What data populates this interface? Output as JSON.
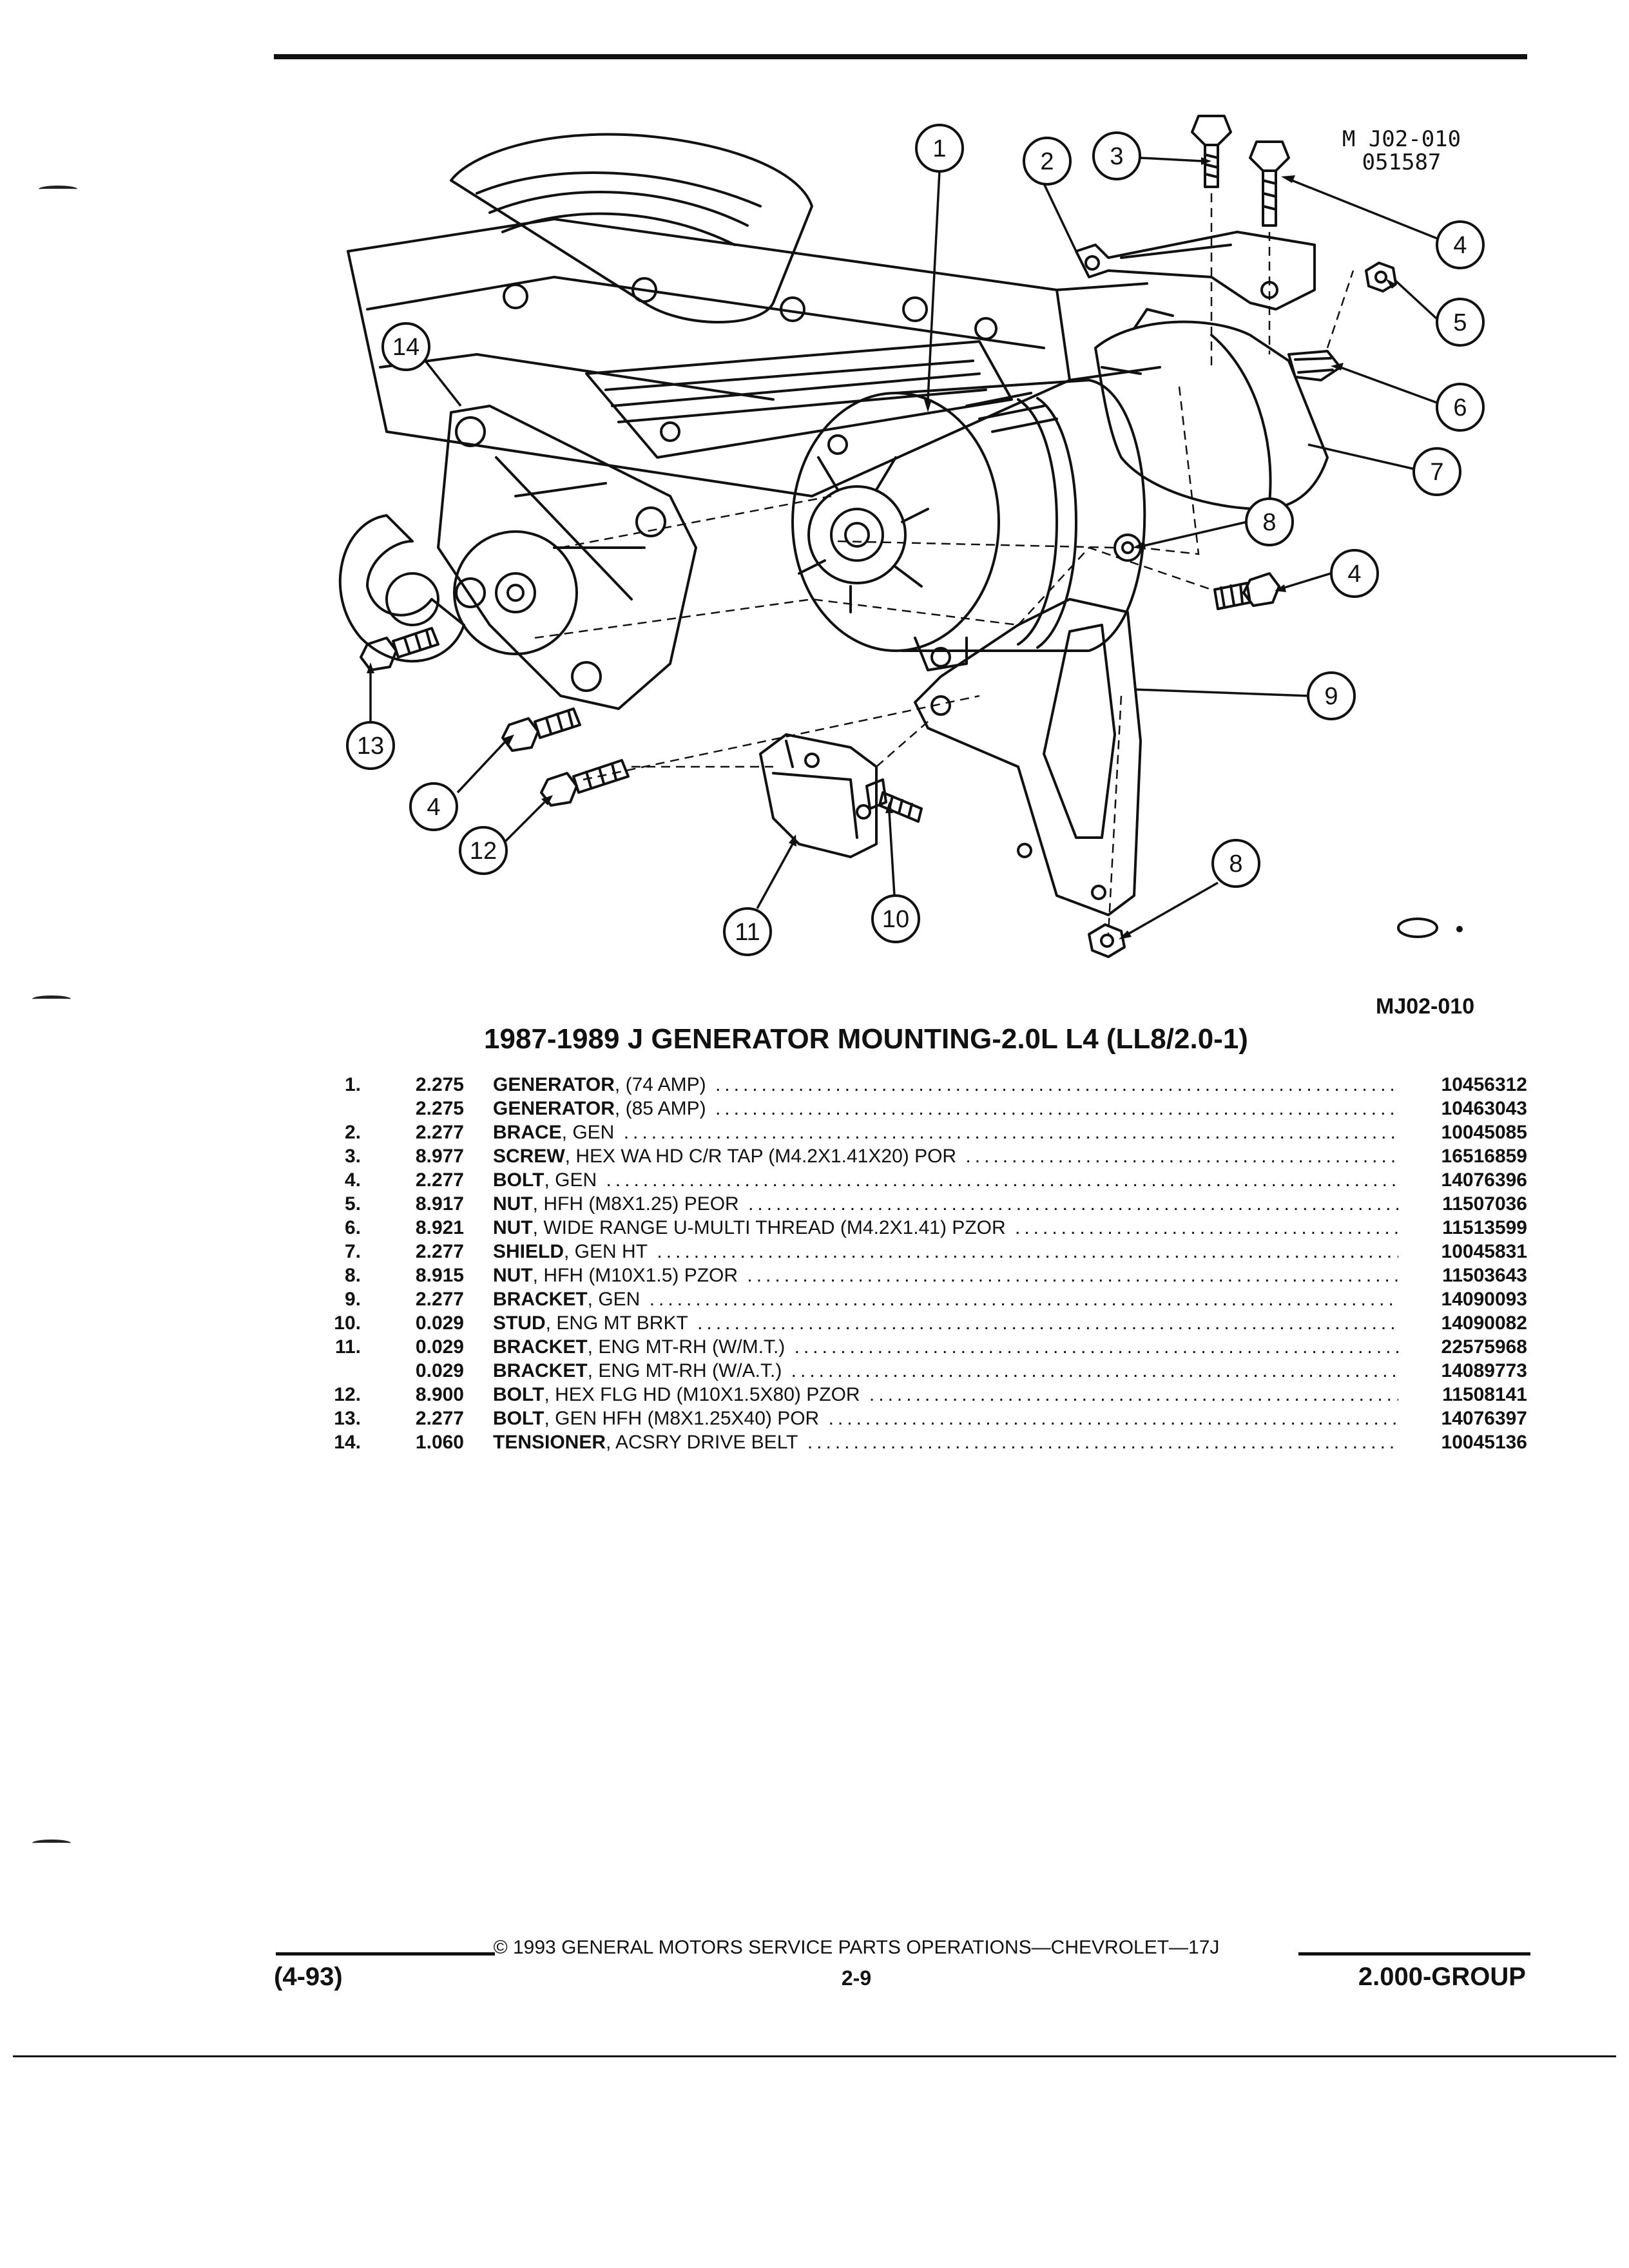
{
  "figure": {
    "code_top": [
      "M J02-010",
      "051587"
    ],
    "code_bottom": "MJ02-010",
    "callouts": [
      "1",
      "2",
      "3",
      "4",
      "5",
      "6",
      "7",
      "8",
      "4",
      "9",
      "14",
      "13",
      "4",
      "12",
      "11",
      "10",
      "8"
    ]
  },
  "title": "1987-1989 J GENERATOR MOUNTING-2.0L L4 (LL8/2.0-1)",
  "parts": [
    {
      "no": "1.",
      "group": "2.275",
      "name": "GENERATOR",
      "detail": ", (74 AMP)",
      "pn": "10456312"
    },
    {
      "no": "",
      "group": "2.275",
      "name": "GENERATOR",
      "detail": ", (85 AMP)",
      "pn": "10463043"
    },
    {
      "no": "2.",
      "group": "2.277",
      "name": "BRACE",
      "detail": ", GEN",
      "pn": "10045085"
    },
    {
      "no": "3.",
      "group": "8.977",
      "name": "SCREW",
      "detail": ", HEX WA HD C/R TAP (M4.2X1.41X20) POR",
      "pn": "16516859"
    },
    {
      "no": "4.",
      "group": "2.277",
      "name": "BOLT",
      "detail": ", GEN",
      "pn": "14076396"
    },
    {
      "no": "5.",
      "group": "8.917",
      "name": "NUT",
      "detail": ", HFH (M8X1.25) PEOR",
      "pn": "11507036"
    },
    {
      "no": "6.",
      "group": "8.921",
      "name": "NUT",
      "detail": ", WIDE RANGE U-MULTI THREAD (M4.2X1.41) PZOR",
      "pn": "11513599"
    },
    {
      "no": "7.",
      "group": "2.277",
      "name": "SHIELD",
      "detail": ", GEN HT",
      "pn": "10045831"
    },
    {
      "no": "8.",
      "group": "8.915",
      "name": "NUT",
      "detail": ", HFH (M10X1.5) PZOR",
      "pn": "11503643"
    },
    {
      "no": "9.",
      "group": "2.277",
      "name": "BRACKET",
      "detail": ", GEN",
      "pn": "14090093"
    },
    {
      "no": "10.",
      "group": "0.029",
      "name": "STUD",
      "detail": ", ENG MT BRKT",
      "pn": "14090082"
    },
    {
      "no": "11.",
      "group": "0.029",
      "name": "BRACKET",
      "detail": ", ENG MT-RH (W/M.T.)",
      "pn": "22575968"
    },
    {
      "no": "",
      "group": "0.029",
      "name": "BRACKET",
      "detail": ", ENG MT-RH (W/A.T.)",
      "pn": "14089773"
    },
    {
      "no": "12.",
      "group": "8.900",
      "name": "BOLT",
      "detail": ", HEX FLG HD (M10X1.5X80) PZOR",
      "pn": "11508141"
    },
    {
      "no": "13.",
      "group": "2.277",
      "name": "BOLT",
      "detail": ", GEN HFH (M8X1.25X40) POR",
      "pn": "14076397"
    },
    {
      "no": "14.",
      "group": "1.060",
      "name": "TENSIONER",
      "detail": ", ACSRY DRIVE BELT",
      "pn": "10045136"
    }
  ],
  "footer": {
    "copyright": "© 1993 GENERAL MOTORS SERVICE PARTS OPERATIONS—CHEVROLET—17J",
    "date": "(4-93)",
    "page": "2-9",
    "group": "2.000-GROUP"
  }
}
